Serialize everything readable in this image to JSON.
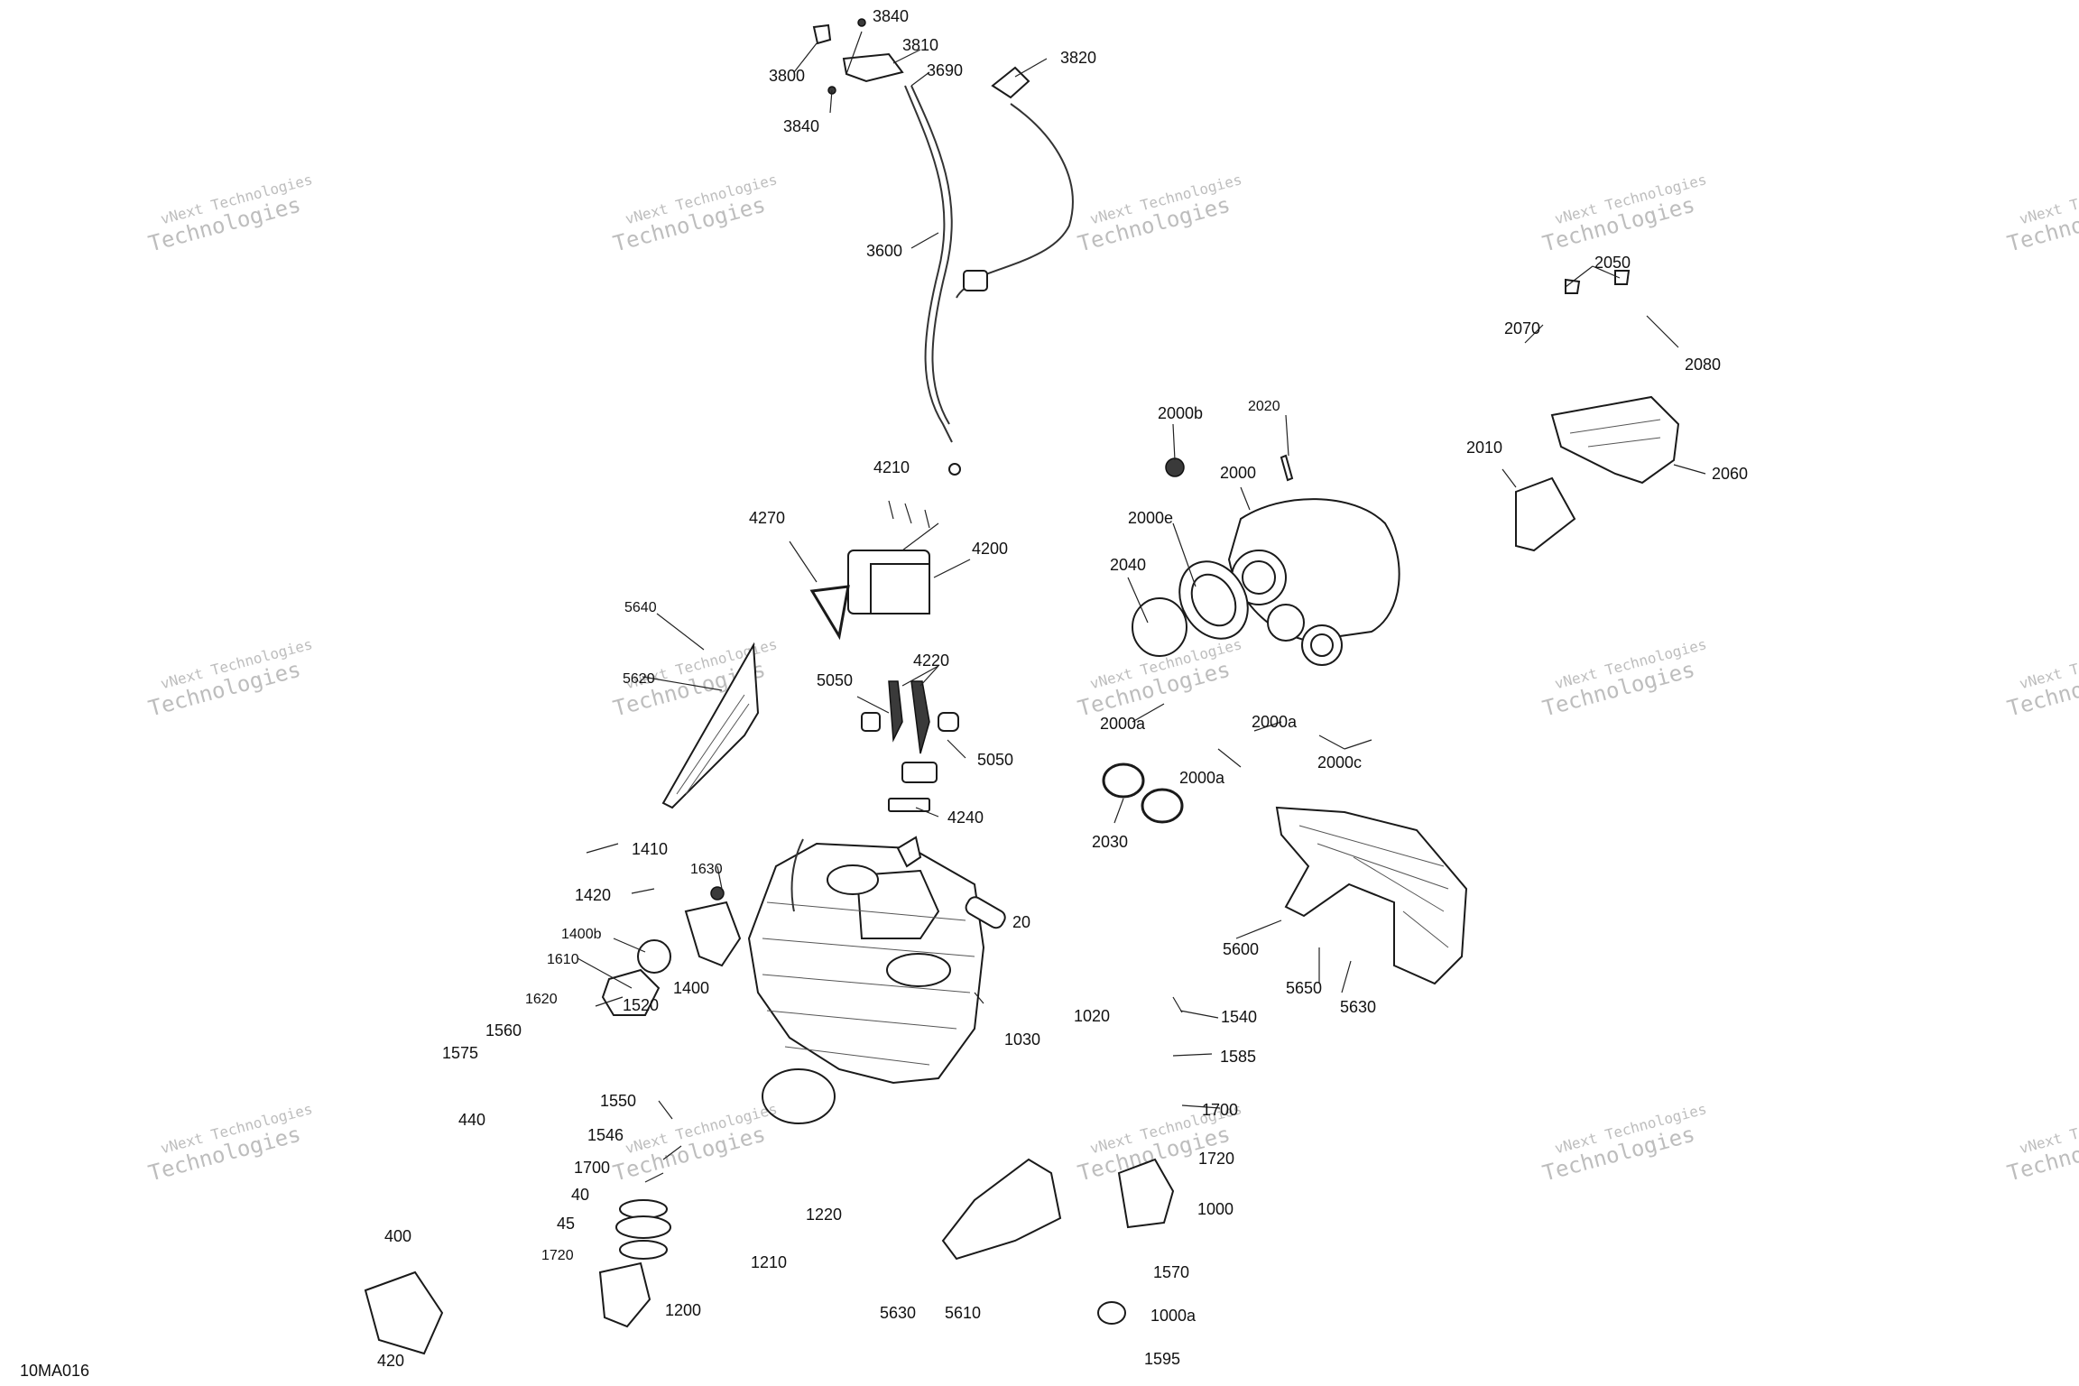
{
  "diagram_code": "10MA016",
  "watermark": {
    "line1": "vNext Technologies",
    "line2": "Technologies",
    "color": "#bdbdbd"
  },
  "callouts": [
    "3840",
    "3810",
    "3800",
    "3840",
    "3690",
    "3820",
    "3600",
    "2050",
    "2070",
    "2080",
    "2010",
    "2060",
    "2000b",
    "2020",
    "2000",
    "2000e",
    "2040",
    "4210",
    "4270",
    "4200",
    "5640",
    "5620",
    "4220",
    "5050",
    "5050",
    "4240",
    "2000a",
    "2000a",
    "2000a",
    "2000c",
    "2030",
    "5600",
    "5650",
    "5630",
    "1410",
    "1420",
    "1630",
    "20",
    "1400b",
    "1610",
    "1400",
    "1620",
    "1560",
    "1575",
    "1520",
    "1030",
    "1020",
    "1540",
    "1585",
    "1700",
    "1550",
    "1546",
    "440",
    "1700",
    "1720",
    "40",
    "45",
    "1720",
    "1220",
    "1210",
    "1000",
    "400",
    "1200",
    "1570",
    "5630",
    "5610",
    "1000a",
    "420",
    "1595"
  ]
}
